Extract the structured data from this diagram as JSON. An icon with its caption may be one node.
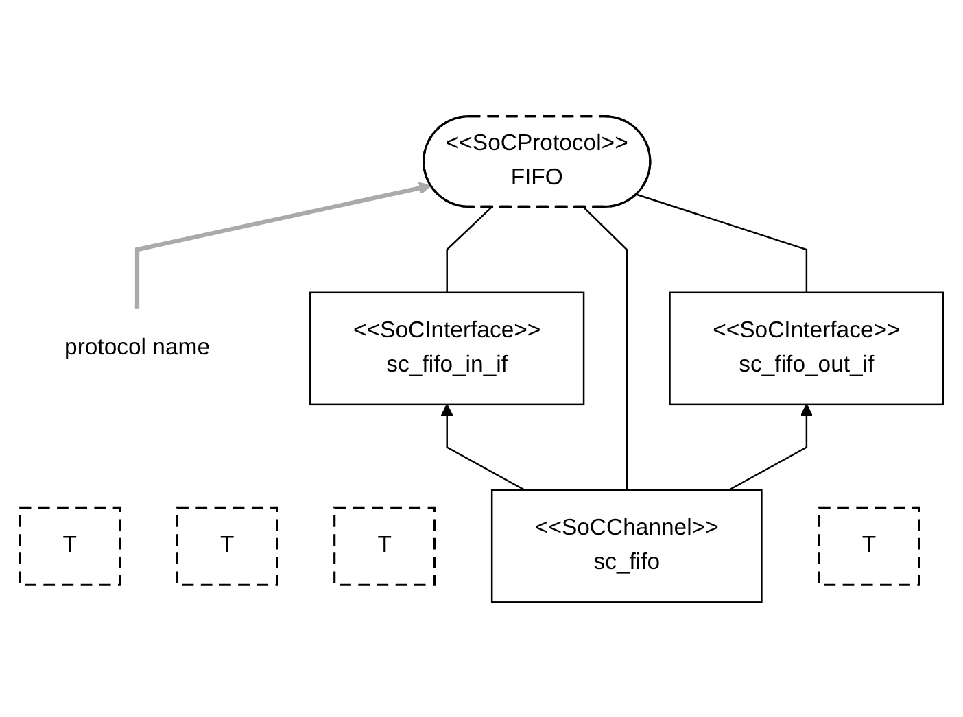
{
  "diagram": {
    "nodes": [
      {
        "text": [
          "protocol name"
        ]
      },
      {
        "text": [
          "<<SoCProtocol>>",
          "FIFO"
        ]
      },
      {
        "text": [
          "T"
        ]
      },
      {
        "text": [
          "<<SoCInterface>>",
          "sc_fifo_in_if"
        ]
      },
      {
        "text": [
          "T"
        ]
      },
      {
        "text": [
          "<<SoCInterface>>",
          "sc_fifo_out_if"
        ]
      },
      {
        "text": [
          "T"
        ]
      },
      {
        "text": [
          "<<SoCChannel>>",
          "sc_fifo"
        ]
      },
      {
        "text": [
          "T"
        ]
      }
    ],
    "edges": [
      {
        "from": 0,
        "to": 1,
        "arrow": "to",
        "style": "thick",
        "color": "#aaaaaa"
      },
      {
        "from": 1,
        "to": 3,
        "arrow": "none"
      },
      {
        "from": 1,
        "to": 7,
        "arrow": "none"
      },
      {
        "from": 1,
        "to": 5,
        "arrow": "none"
      },
      {
        "from": 7,
        "to": 3,
        "arrow": "to"
      },
      {
        "from": 7,
        "to": 5,
        "arrow": "to"
      }
    ]
  }
}
